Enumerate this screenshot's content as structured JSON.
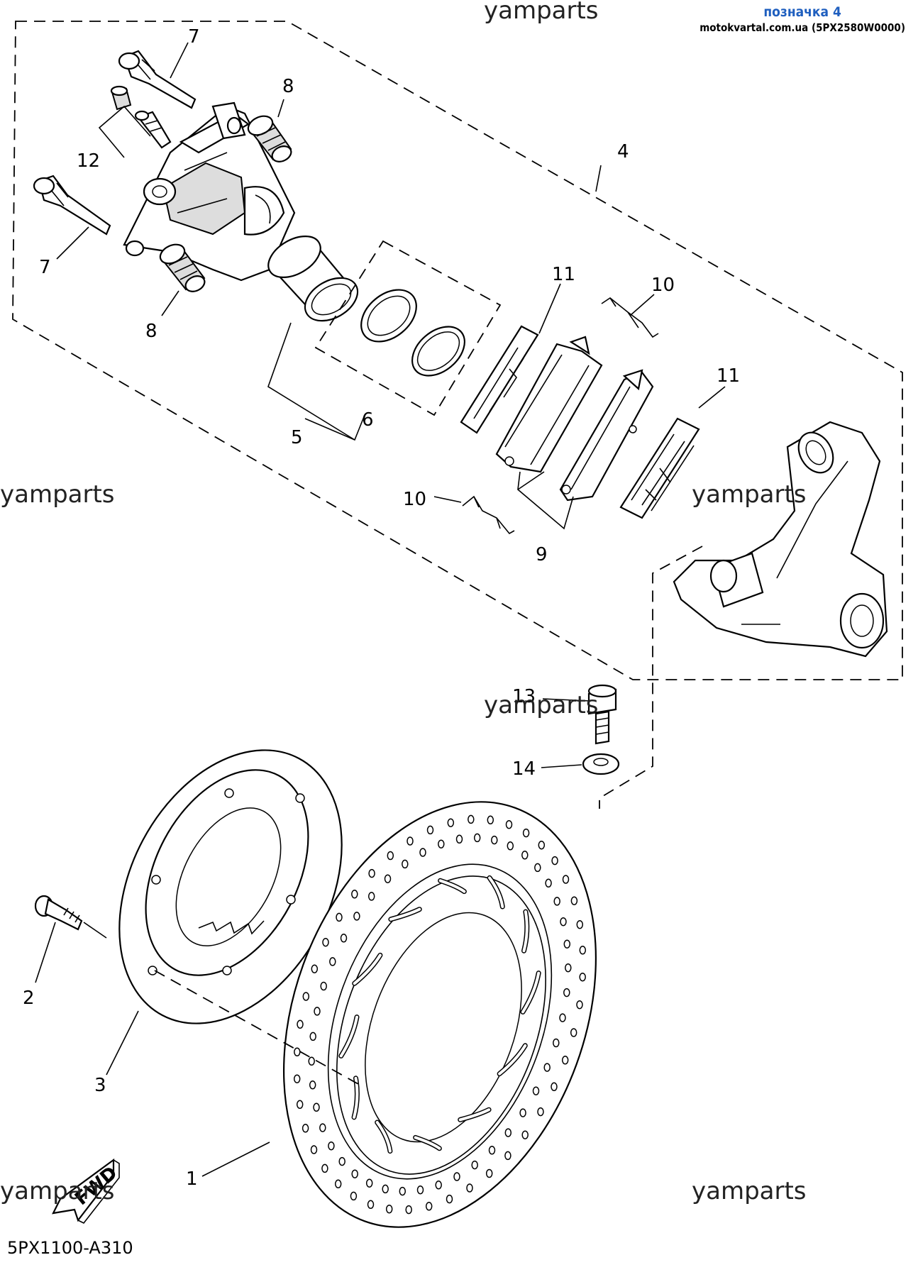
{
  "header": {
    "watermark_top": "yamparts",
    "label": "позначка 4",
    "source": "motokvartal.com.ua (5PX2580W0000)"
  },
  "watermarks": [
    "yamparts",
    "yamparts",
    "yamparts",
    "yamparts",
    "yamparts"
  ],
  "callouts": {
    "c1": "1",
    "c2": "2",
    "c3": "3",
    "c4": "4",
    "c5": "5",
    "c6": "6",
    "c7a": "7",
    "c7b": "7",
    "c8a": "8",
    "c8b": "8",
    "c9": "9",
    "c10a": "10",
    "c10b": "10",
    "c11a": "11",
    "c11b": "11",
    "c12": "12",
    "c13": "13",
    "c14": "14"
  },
  "fwd_label": "FWD",
  "diagram_code": "5PX1100-A310"
}
